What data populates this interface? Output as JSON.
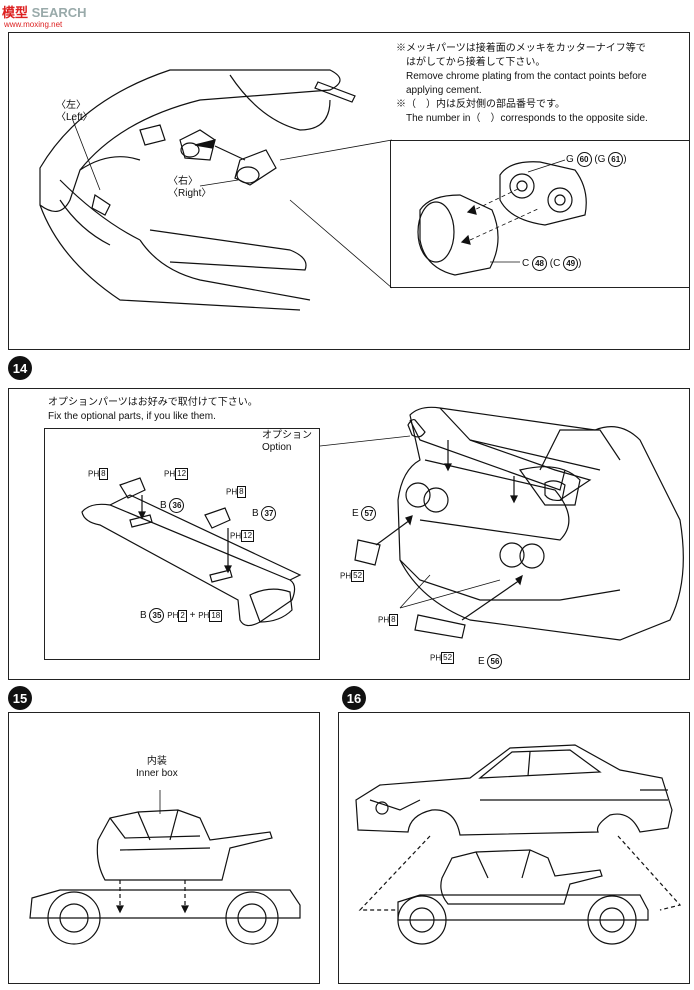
{
  "watermark": {
    "brand_red": "模型",
    "brand_gray": "SEARCH",
    "site": "www.moxing.net"
  },
  "step13": {
    "notes": [
      "※メッキパーツは接着面のメッキをカッターナイフ等で",
      "はがしてから接着して下さい。",
      "Remove chrome plating from the contact points before",
      "applying cement.",
      "※（　）内は反対側の部品番号です。",
      "The number in（　）corresponds to the opposite side."
    ],
    "left_jp": "〈左〉",
    "left_en": "〈Left〉",
    "right_jp": "〈右〉",
    "right_en": "〈Right〉",
    "part_g_letter": "G",
    "part_g_num": "60",
    "part_g_opp_letter": "(G",
    "part_g_opp_num": "61",
    "part_c_letter": "C",
    "part_c_num": "48",
    "part_c_opp_letter": "(C",
    "part_c_opp_num": "49"
  },
  "step14": {
    "number": "14",
    "intro_jp": "オプションパーツはお好みで取付けて下さい。",
    "intro_en": "Fix the optional parts, if you like them.",
    "option_jp": "オプション",
    "option_en": "Option",
    "ph": "PH",
    "ph8": "8",
    "ph12": "12",
    "ph2": "2",
    "ph18": "18",
    "ph52": "52",
    "b": "B",
    "b35": "35",
    "b36": "36",
    "b37": "37",
    "e": "E",
    "e56": "56",
    "e57": "57",
    "plus": "+"
  },
  "step15": {
    "number": "15",
    "inner_jp": "内装",
    "inner_en": "Inner box"
  },
  "step16": {
    "number": "16"
  }
}
